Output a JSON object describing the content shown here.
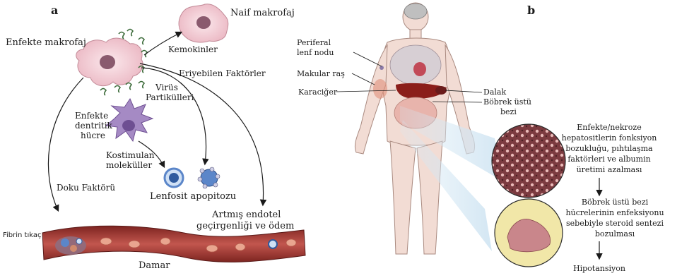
{
  "panel_a": {
    "letter": "a",
    "naif_makrofaj": "Naif makrofaj",
    "enfekte_makrofaj": "Enfekte makrofaj",
    "kemokinler": "Kemokinler",
    "eriyebilen_faktorler": "Eriyebilen Faktörler",
    "virus_line1": "Virüs",
    "virus_line2": "Partikülleri",
    "dendritik_line1": "Enfekte",
    "dendritik_line2": "dentritik",
    "dendritik_line3": "hücre",
    "kostimulan_line1": "Kostimulan",
    "kostimulan_line2": "moleküller",
    "lenfosit": "Lenfosit apopitozu",
    "doku_faktoru": "Doku Faktörü",
    "artmis_line1": "Artmış endotel",
    "artmis_line2": "geçirgenliği ve ödem",
    "fibrin": "Fibrin tıkaç",
    "damar": "Damar"
  },
  "panel_b": {
    "letter": "b",
    "periferal_line1": "Periferal",
    "periferal_line2": "lenf nodu",
    "makular": "Makular raş",
    "karaciger": "Karaciğer",
    "dalak": "Dalak",
    "bobrek_line1": "Böbrek üstü",
    "bobrek_line2": "bezi",
    "liver_box": [
      "Enfekte/nekroze",
      "hepatositlerin fonksiyon",
      "bozukluğu, pıhtılaşma",
      "faktörleri ve albumin",
      "üretimi azalması"
    ],
    "adrenal_box": [
      "Böbrek üstü bezi",
      "hücrelerinin enfeksiyonu",
      "sebebiyle steroid sentezi",
      "bozulması"
    ],
    "hipotansiyon": "Hipotansiyon"
  },
  "colors": {
    "macrophage_fill": "#f6cfd6",
    "nucleus": "#8a5a6e",
    "dendritic": "#a58ac4",
    "lymphocyte_blue": "#5b86c9",
    "vessel": "#a83a36",
    "vessel_inner": "#d9877a",
    "liver": "#8b1e1a",
    "adrenal_ring": "#f1e7a8",
    "body_skin": "#f2dcd4"
  }
}
